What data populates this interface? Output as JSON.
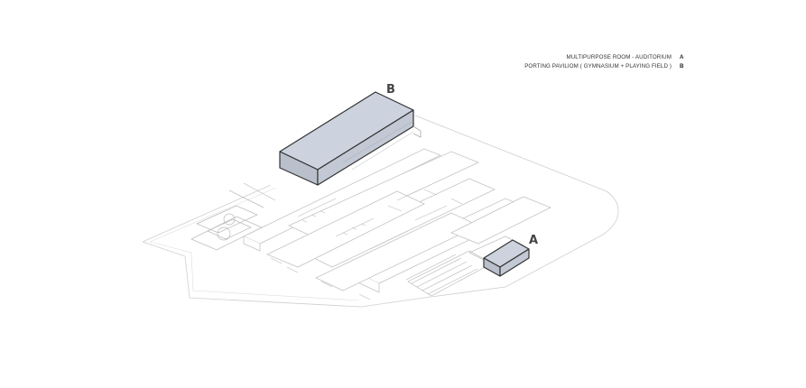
{
  "legend": {
    "items": [
      {
        "text": "MULTIPURPOSE ROOM -   AUDITORIUM",
        "letter": "A"
      },
      {
        "text": "PORTING PAVILIOM ( GYMNASIUM + PLAYING FIELD )",
        "letter": "B"
      }
    ]
  },
  "labels": {
    "a": "A",
    "b": "B"
  },
  "colors": {
    "highlight_fill": "#cdd3de",
    "highlight_side": "#b9c0cc",
    "line": "#c9c9c9",
    "outline": "#333333"
  }
}
